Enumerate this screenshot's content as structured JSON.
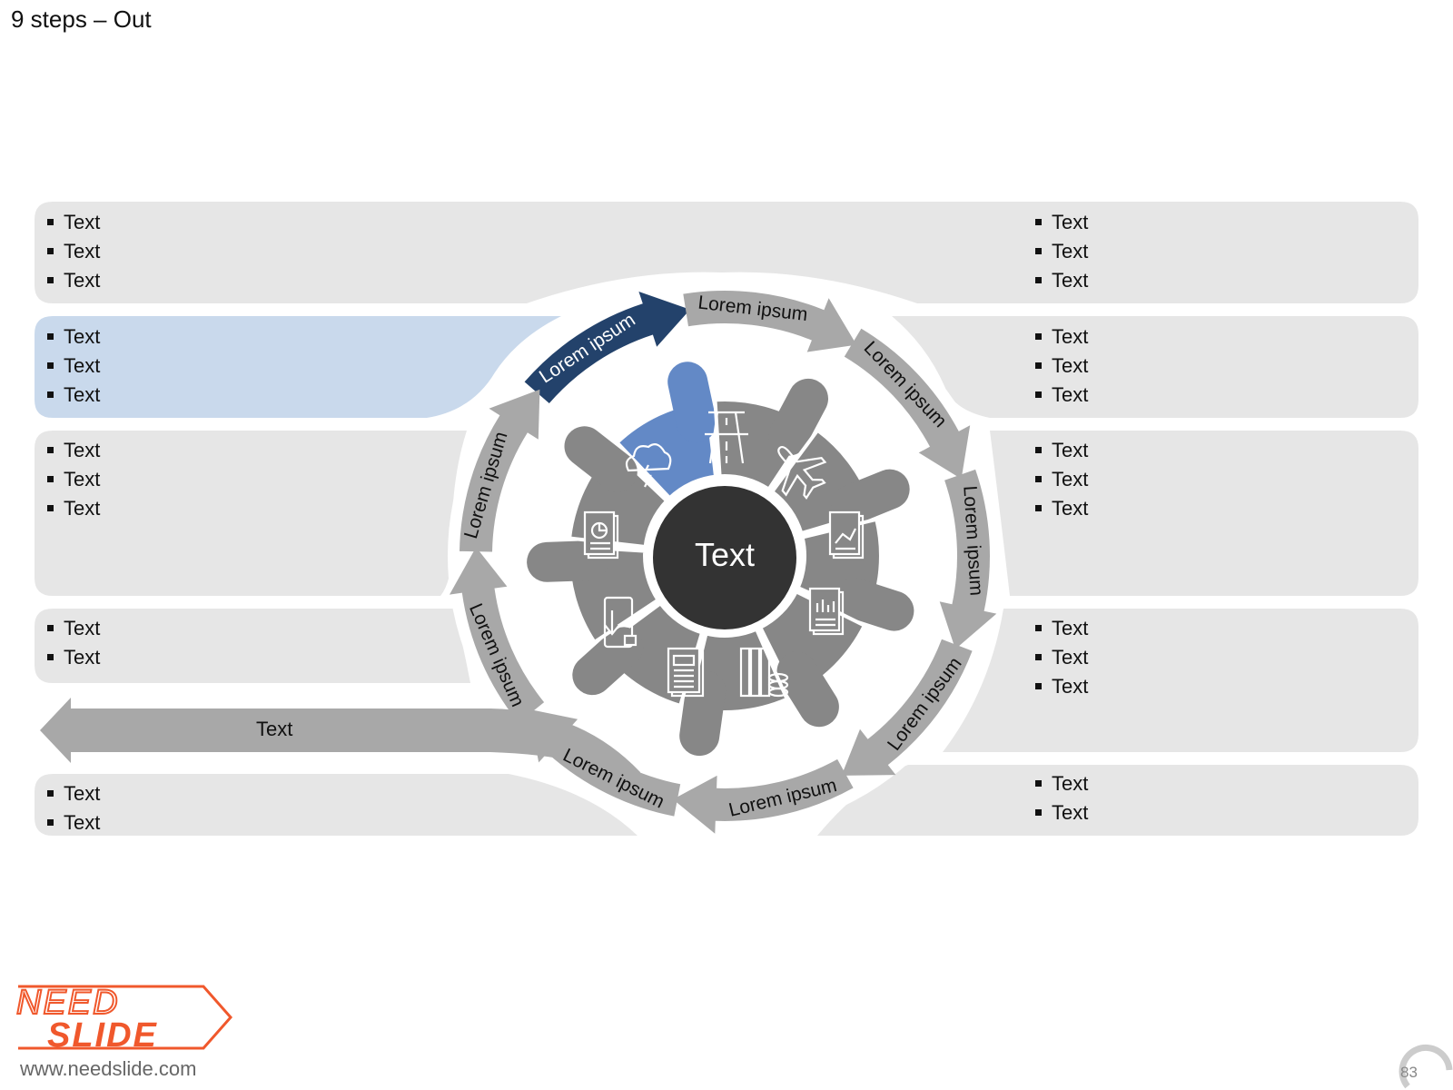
{
  "slide": {
    "title": "9 steps – Out",
    "page_number": "83",
    "website": "www.needslide.com",
    "logo_lines": [
      "NEED",
      "SLIDE"
    ]
  },
  "colors": {
    "panel": "#e6e6e6",
    "panel_highlight": "#c9d9ec",
    "arrow": "#a8a8a8",
    "arrow_highlight": "#23426b",
    "petal": "#878787",
    "petal_highlight": "#6389c6",
    "hub": "#333333",
    "logo": "#f0582c"
  },
  "hub": {
    "label": "Text"
  },
  "exit_arrow": {
    "label": "Text"
  },
  "ring_arrows": [
    {
      "label": "Lorem ipsum",
      "highlight": true
    },
    {
      "label": "Lorem ipsum",
      "highlight": false
    },
    {
      "label": "Lorem ipsum",
      "highlight": false
    },
    {
      "label": "Lorem ipsum",
      "highlight": false
    },
    {
      "label": "Lorem ipsum",
      "highlight": false
    },
    {
      "label": "Lorem ipsum",
      "highlight": false
    },
    {
      "label": "Lorem ipsum",
      "highlight": false
    },
    {
      "label": "Lorem ipsum",
      "highlight": false
    },
    {
      "label": "Lorem ipsum",
      "highlight": false
    }
  ],
  "icons": [
    "cloud-lightning-icon",
    "highway-icon",
    "airplane-icon",
    "line-chart-report-icon",
    "bar-chart-report-icon",
    "binders-coins-icon",
    "newspaper-icon",
    "phone-download-icon",
    "pie-chart-report-icon"
  ],
  "boxes": {
    "left": [
      {
        "items": [
          "Text",
          "Text",
          "Text"
        ],
        "highlight": false
      },
      {
        "items": [
          "Text",
          "Text",
          "Text"
        ],
        "highlight": true
      },
      {
        "items": [
          "Text",
          "Text",
          "Text"
        ],
        "highlight": false
      },
      {
        "items": [
          "Text",
          "Text"
        ],
        "highlight": false
      },
      {
        "items": [
          "Text",
          "Text"
        ],
        "highlight": false
      }
    ],
    "right": [
      {
        "items": [
          "Text",
          "Text",
          "Text"
        ]
      },
      {
        "items": [
          "Text",
          "Text",
          "Text"
        ]
      },
      {
        "items": [
          "Text",
          "Text",
          "Text"
        ]
      },
      {
        "items": [
          "Text",
          "Text",
          "Text"
        ]
      },
      {
        "items": [
          "Text",
          "Text"
        ]
      }
    ]
  }
}
